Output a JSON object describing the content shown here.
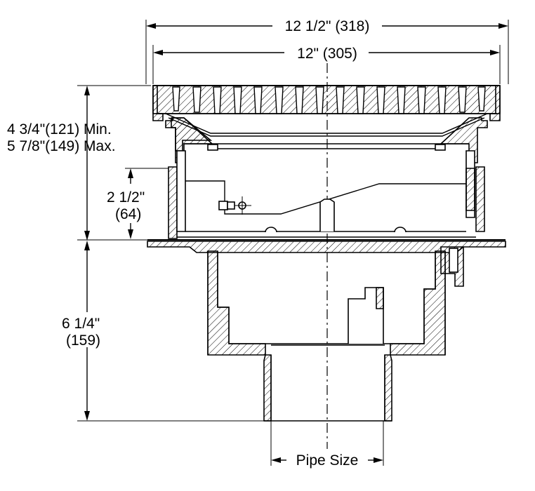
{
  "dimensions": {
    "overall_width": "12 1/2\" (318)",
    "grate_width": "12\" (305)",
    "body_height_min": "4 3/4\"(121) Min.",
    "body_height_max": "5 7/8\"(149) Max.",
    "adjust_in": "2 1/2\"",
    "adjust_mm": "(64)",
    "lower_in": "6 1/4\"",
    "lower_mm": "(159)",
    "pipe": "Pipe Size"
  }
}
